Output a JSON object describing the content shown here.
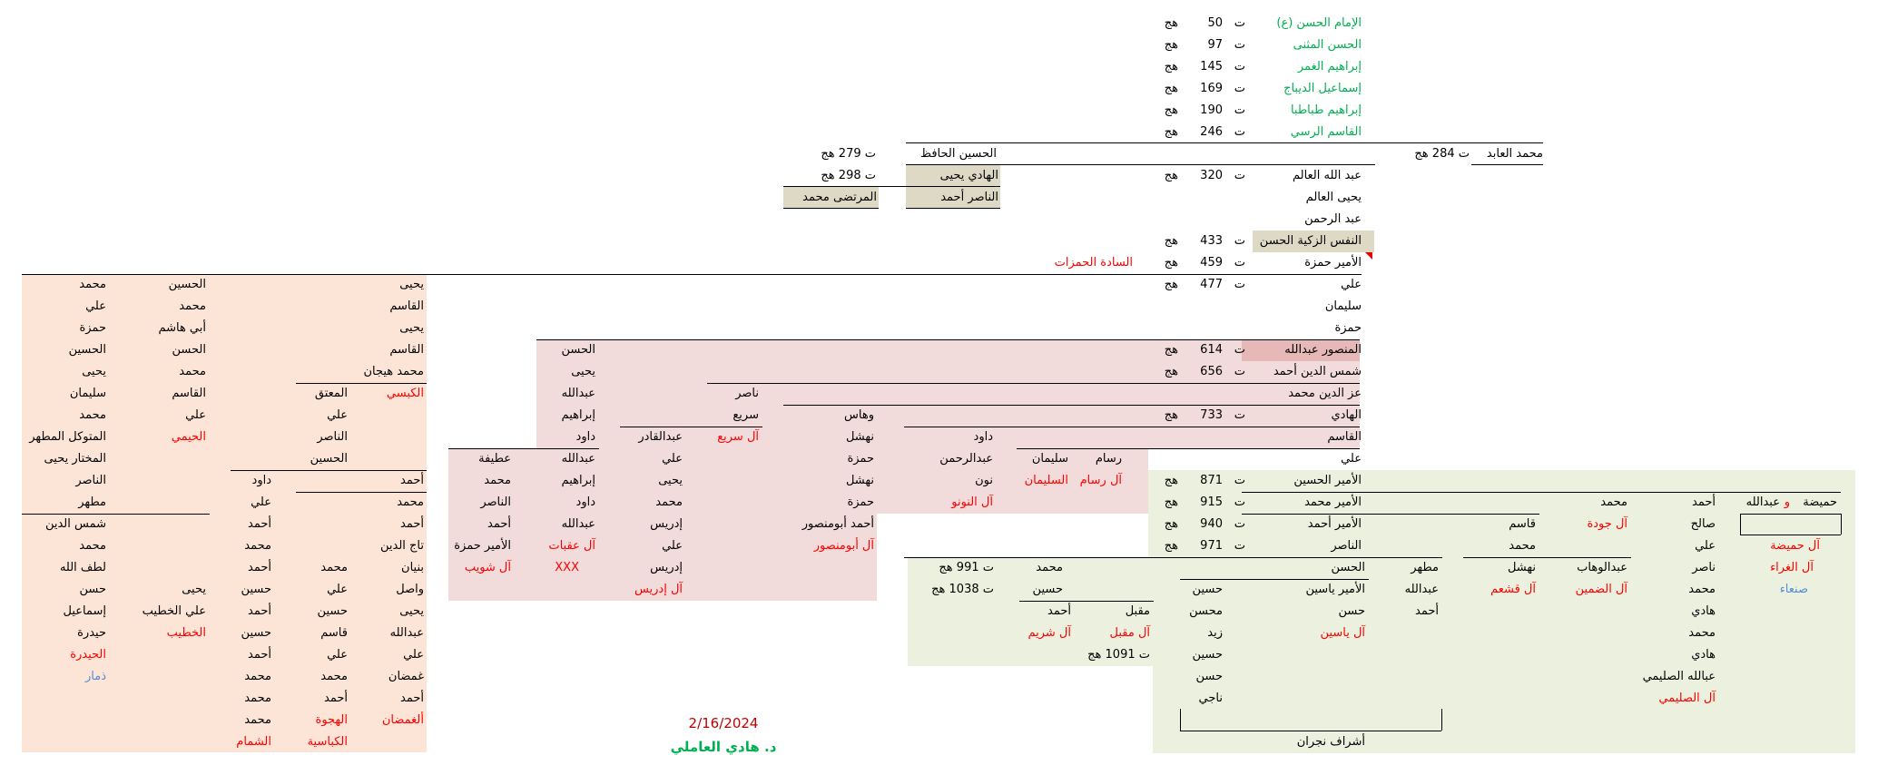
{
  "colors": {
    "g": "#00b050",
    "r": "#ff0000",
    "b": "#558ed5",
    "peach": "#fce4d6",
    "pink": "#f2dcdb",
    "green": "#ebf1de",
    "tan": "#ddd9c4"
  },
  "rows": [
    [
      {
        "t": "الإمام الحسن (ع)",
        "c": "g"
      },
      {
        "t": "ت"
      },
      {
        "t": "50"
      },
      {
        "t": "هج"
      }
    ],
    [
      {
        "t": "الحسن المثنى",
        "c": "g"
      },
      {
        "t": "ت"
      },
      {
        "t": "97"
      },
      {
        "t": "هج"
      }
    ],
    [
      {
        "t": "إبراهيم الغمر",
        "c": "g"
      },
      {
        "t": "ت"
      },
      {
        "t": "145"
      },
      {
        "t": "هج"
      }
    ],
    [
      {
        "t": "إسماعيل الديباج",
        "c": "g"
      },
      {
        "t": "ت"
      },
      {
        "t": "169"
      },
      {
        "t": "هج"
      }
    ],
    [
      {
        "t": "إبراهيم طباطبا",
        "c": "g"
      },
      {
        "t": "ت"
      },
      {
        "t": "190"
      },
      {
        "t": "هج"
      }
    ],
    [
      {
        "t": "القاسم الرسي",
        "c": "g"
      },
      {
        "t": "ت"
      },
      {
        "t": "246"
      },
      {
        "t": "هج"
      }
    ],
    [
      {
        "t": "الحسين الحافظ"
      },
      {
        "t": "ت 279 هج"
      },
      {
        "t": "محمد العابد"
      },
      {
        "t": "ت 284 هج"
      }
    ],
    [
      {
        "t": "عبد الله العالم"
      },
      {
        "t": "ت"
      },
      {
        "t": "320"
      },
      {
        "t": "هج"
      },
      {
        "t": "الهادي يحيى"
      },
      {
        "t": "ت 298 هج"
      }
    ],
    [
      {
        "t": "يحيى العالم"
      },
      {
        "t": "الناصر أحمد"
      },
      {
        "t": "المرتضى محمد"
      }
    ],
    [
      {
        "t": "عبد الرحمن"
      }
    ],
    [
      {
        "t": "النفس الزكية الحسن"
      },
      {
        "t": "ت"
      },
      {
        "t": "433"
      },
      {
        "t": "هج"
      }
    ],
    [
      {
        "t": "الأمير حمزة"
      },
      {
        "t": "ت"
      },
      {
        "t": "459"
      },
      {
        "t": "هج"
      },
      {
        "t": "السادة الحمزات",
        "c": "r"
      }
    ],
    [
      {
        "t": "علي"
      },
      {
        "t": "ت"
      },
      {
        "t": "477"
      },
      {
        "t": "هج"
      },
      {
        "t": "يحيى"
      },
      {
        "t": "الحسين"
      },
      {
        "t": "محمد"
      }
    ],
    [
      {
        "t": "سليمان"
      },
      {
        "t": "القاسم"
      },
      {
        "t": "محمد"
      },
      {
        "t": "علي"
      }
    ],
    [
      {
        "t": "حمزة"
      },
      {
        "t": "يحيى"
      },
      {
        "t": "أبي هاشم"
      },
      {
        "t": "حمزة"
      }
    ],
    [
      {
        "t": "المنصور عبدالله"
      },
      {
        "t": "ت"
      },
      {
        "t": "614"
      },
      {
        "t": "هج"
      },
      {
        "t": "الحسن"
      },
      {
        "t": "القاسم"
      },
      {
        "t": "الحسن"
      },
      {
        "t": "الحسين"
      }
    ],
    [
      {
        "t": "شمس الدين أحمد"
      },
      {
        "t": "ت"
      },
      {
        "t": "656"
      },
      {
        "t": "هج"
      },
      {
        "t": "يحيى"
      },
      {
        "t": "محمد هيجان"
      },
      {
        "t": "محمد"
      },
      {
        "t": "يحيى"
      }
    ],
    [
      {
        "t": "عز الدين محمد"
      },
      {
        "t": "ناصر"
      },
      {
        "t": "عبدالله"
      },
      {
        "t": "الكبسي",
        "c": "r"
      },
      {
        "t": "المعتق"
      },
      {
        "t": "القاسم"
      },
      {
        "t": "سليمان"
      }
    ],
    [
      {
        "t": "الهادي"
      },
      {
        "t": "ت"
      },
      {
        "t": "733"
      },
      {
        "t": "هج"
      },
      {
        "t": "وهاس"
      },
      {
        "t": "سريع"
      },
      {
        "t": "إبراهيم"
      },
      {
        "t": "علي"
      },
      {
        "t": "علي"
      },
      {
        "t": "محمد"
      }
    ],
    [
      {
        "t": "القاسم"
      },
      {
        "t": "داود"
      },
      {
        "t": "نهشل"
      },
      {
        "t": "آل سريع",
        "c": "r"
      },
      {
        "t": "عبدالقادر"
      },
      {
        "t": "داود"
      },
      {
        "t": "الناصر"
      },
      {
        "t": "الحيمي",
        "c": "r"
      },
      {
        "t": "المتوكل المطهر"
      }
    ],
    [
      {
        "t": "علي"
      },
      {
        "t": "رسام"
      },
      {
        "t": "سليمان"
      },
      {
        "t": "عبدالرحمن"
      },
      {
        "t": "حمزة"
      },
      {
        "t": "علي"
      },
      {
        "t": "عبدالله"
      },
      {
        "t": "عطيفة"
      },
      {
        "t": "الحسين"
      },
      {
        "t": "المختار يحيى"
      }
    ],
    [
      {
        "t": "الأمير الحسين"
      },
      {
        "t": "ت"
      },
      {
        "t": "871"
      },
      {
        "t": "هج"
      },
      {
        "t": "آل رسام",
        "c": "r"
      },
      {
        "t": "السليمان",
        "c": "r"
      },
      {
        "t": "نون"
      },
      {
        "t": "نهشل"
      },
      {
        "t": "يحيى"
      },
      {
        "t": "إبراهيم"
      },
      {
        "t": "محمد"
      },
      {
        "t": "أحمد"
      },
      {
        "t": "داود"
      },
      {
        "t": "الناصر"
      }
    ],
    [
      {
        "t": "حميضة"
      },
      {
        "t": "و",
        "c": "r"
      },
      {
        "t": "عبدالله"
      },
      {
        "t": "أحمد"
      },
      {
        "t": "محمد"
      },
      {
        "t": "الأمير محمد"
      },
      {
        "t": "ت"
      },
      {
        "t": "915"
      },
      {
        "t": "هج"
      },
      {
        "t": "آل النونو",
        "c": "r"
      },
      {
        "t": "حمزة"
      },
      {
        "t": "محمد"
      },
      {
        "t": "داود"
      },
      {
        "t": "الناصر"
      },
      {
        "t": "محمد"
      },
      {
        "t": "علي"
      },
      {
        "t": "مطهر"
      }
    ],
    [
      {
        "t": "صالح"
      },
      {
        "t": "آل جودة",
        "c": "r"
      },
      {
        "t": "قاسم"
      },
      {
        "t": "الأمير أحمد"
      },
      {
        "t": "ت"
      },
      {
        "t": "940"
      },
      {
        "t": "هج"
      },
      {
        "t": "أحمد أبومنصور"
      },
      {
        "t": "إدريس"
      },
      {
        "t": "عبدالله"
      },
      {
        "t": "أحمد"
      },
      {
        "t": "أحمد"
      },
      {
        "t": "أحمد"
      },
      {
        "t": "شمس الدين"
      }
    ],
    [
      {
        "t": "آل حميضة",
        "c": "r"
      },
      {
        "t": "علي"
      },
      {
        "t": "محمد"
      },
      {
        "t": "الناصر"
      },
      {
        "t": "ت"
      },
      {
        "t": "971"
      },
      {
        "t": "هج"
      },
      {
        "t": "آل أبومنصور",
        "c": "r"
      },
      {
        "t": "علي"
      },
      {
        "t": "آل عقبات",
        "c": "r"
      },
      {
        "t": "الأمير حمزة"
      },
      {
        "t": "تاج الدين"
      },
      {
        "t": "محمد"
      },
      {
        "t": "محمد"
      }
    ],
    [
      {
        "t": "آل الغراء",
        "c": "r"
      },
      {
        "t": "ناصر"
      },
      {
        "t": "عبدالوهاب"
      },
      {
        "t": "نهشل"
      },
      {
        "t": "مطهر"
      },
      {
        "t": "الحسن"
      },
      {
        "t": "محمد"
      },
      {
        "t": "ت 991 هج"
      },
      {
        "t": "إدريس"
      },
      {
        "t": "XXX",
        "c": "r"
      },
      {
        "t": "آل شويب",
        "c": "r"
      },
      {
        "t": "بنيان"
      },
      {
        "t": "محمد"
      },
      {
        "t": "أحمد"
      },
      {
        "t": "لطف الله"
      }
    ],
    [
      {
        "t": "صنعاء",
        "c": "b"
      },
      {
        "t": "محمد"
      },
      {
        "t": "آل الضمين",
        "c": "r"
      },
      {
        "t": "آل قشعم",
        "c": "r"
      },
      {
        "t": "عبدالله"
      },
      {
        "t": "الأمير ياسين"
      },
      {
        "t": "حسين"
      },
      {
        "t": "حسين"
      },
      {
        "t": "ت 1038 هج"
      },
      {
        "t": "آل إدريس",
        "c": "r"
      },
      {
        "t": "واصل"
      },
      {
        "t": "علي"
      },
      {
        "t": "حسين"
      },
      {
        "t": "يحيى"
      },
      {
        "t": "حسن"
      }
    ],
    [
      {
        "t": "هادي"
      },
      {
        "t": "أحمد"
      },
      {
        "t": "حسن"
      },
      {
        "t": "محسن"
      },
      {
        "t": "مقبل"
      },
      {
        "t": "أحمد"
      },
      {
        "t": "يحيى"
      },
      {
        "t": "حسين"
      },
      {
        "t": "أحمد"
      },
      {
        "t": "علي الخطيب"
      },
      {
        "t": "إسماعيل"
      }
    ],
    [
      {
        "t": "محمد"
      },
      {
        "t": "آل ياسين",
        "c": "r"
      },
      {
        "t": "زيد"
      },
      {
        "t": "آل مقبل",
        "c": "r"
      },
      {
        "t": "آل شريم",
        "c": "r"
      },
      {
        "t": "عبدالله"
      },
      {
        "t": "قاسم"
      },
      {
        "t": "حسين"
      },
      {
        "t": "الخطيب",
        "c": "r"
      },
      {
        "t": "حيدرة"
      }
    ],
    [
      {
        "t": "هادي"
      },
      {
        "t": "حسين"
      },
      {
        "t": "ت 1091 هج"
      },
      {
        "t": "علي"
      },
      {
        "t": "علي"
      },
      {
        "t": "أحمد"
      },
      {
        "t": "الحيدرة",
        "c": "r"
      }
    ],
    [
      {
        "t": "عبالله الصليمي"
      },
      {
        "t": "حسن"
      },
      {
        "t": "غمضان"
      },
      {
        "t": "محمد"
      },
      {
        "t": "محمد"
      },
      {
        "t": "ذمار",
        "c": "b"
      }
    ],
    [
      {
        "t": "آل الصليمي",
        "c": "r"
      },
      {
        "t": "ناجي"
      },
      {
        "t": "أحمد"
      },
      {
        "t": "أحمد"
      },
      {
        "t": "محمد"
      }
    ],
    [
      {
        "t": "ألغمضان",
        "c": "r"
      },
      {
        "t": "الهجوة",
        "c": "r"
      },
      {
        "t": "محمد"
      }
    ],
    [
      {
        "t": "أشراف نجران"
      },
      {
        "t": "الكباسية",
        "c": "r"
      },
      {
        "t": "الشمام",
        "c": "r"
      }
    ]
  ],
  "footer": {
    "date": "2/16/2024",
    "author": "د. هادي العاملي"
  }
}
